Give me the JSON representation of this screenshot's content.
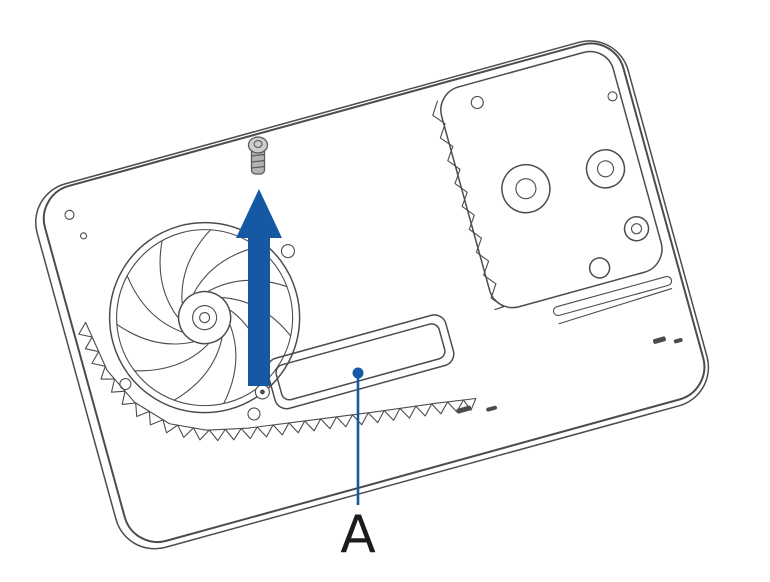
{
  "figure": {
    "type": "technical-illustration",
    "background_color": "#ffffff",
    "line_color": "#4c4c4c",
    "accent_color": "#1558a3",
    "slot_fill_color": "#d9d9d9",
    "screw_shaft_fill": "#b3b3b3",
    "screw_head_fill": "#cdcdcd",
    "callouts": [
      {
        "label": "A",
        "target": "expansion-slot"
      }
    ],
    "icons": {
      "arrow": "upward-removal-arrow-icon",
      "screw": "screw-icon"
    },
    "parts": {
      "console": "console-bottom-shell",
      "fan": "cooling-fan",
      "fins": "heatsink-fins",
      "panel": "drive-bay-panel",
      "slot": "expansion-slot-bay",
      "standoff": "screw-standoff"
    }
  }
}
